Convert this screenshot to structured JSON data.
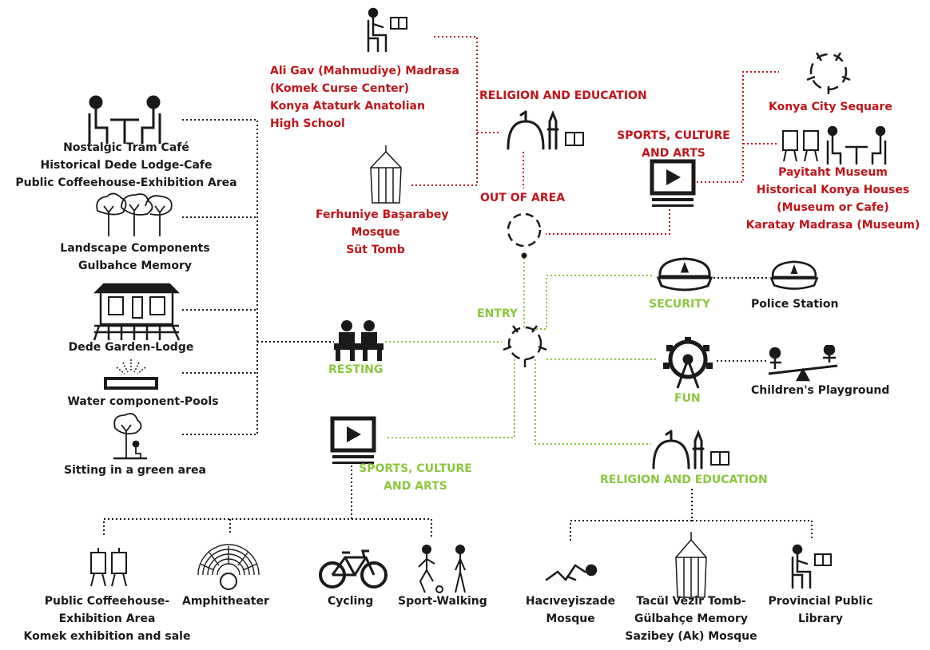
{
  "colors": {
    "out_of_area": "#c0141a",
    "entry": "#8cc63f",
    "neutral": "#1a1a1a"
  },
  "labels": {
    "out_of_area": "OUT OF AREA",
    "entry": "ENTRY",
    "resting": "RESTING",
    "security": "SECURITY",
    "fun": "FUN",
    "religion_education_out": "RELIGION AND EDUCATION",
    "religion_education_in": "RELIGION AND EDUCATION",
    "sports_out": [
      "SPORTS, CULTURE",
      "AND ARTS"
    ],
    "sports_in": [
      "SPORTS, CULTURE",
      "AND ARTS"
    ]
  },
  "religion_out_items": {
    "madrasa": [
      "Ali Gav (Mahmudiye) Madrasa",
      "(Komek Curse Center)",
      "Konya Ataturk Anatolian",
      "High School"
    ],
    "mosque": [
      "Ferhuniye Başarabey",
      "Mosque",
      "Süt Tomb"
    ]
  },
  "sports_out_items": {
    "square": "Konya City Sequare",
    "museums": [
      "Payitaht Museum",
      "Historical Konya Houses",
      "(Museum or Cafe)",
      "Karatay Madrasa (Museum)"
    ]
  },
  "resting_items": {
    "cafe": [
      "Nostalgic Tram Café",
      "Historical Dede Lodge-Cafe",
      "Public Coffeehouse-Exhibition Area"
    ],
    "landscape": [
      "Landscape Components",
      "Gulbahce Memory"
    ],
    "lodge": "Dede Garden-Lodge",
    "water": "Water component-Pools",
    "green": "Sitting in a green area"
  },
  "security_items": {
    "police": "Police Station"
  },
  "fun_items": {
    "playground": "Children's Playground"
  },
  "sports_in_items": {
    "exhibition": [
      "Public Coffeehouse-",
      "Exhibition Area",
      "Komek exhibition and sale"
    ],
    "amphitheater": "Amphitheater",
    "cycling": "Cycling",
    "walking": "Sport-Walking"
  },
  "religion_in_items": {
    "hacıveyiszade": [
      "Hacıveyiszade",
      "Mosque"
    ],
    "tomb": [
      "Tacül Vezir Tomb-",
      "Gülbahçe Memory",
      "Sazibey (Ak) Mosque"
    ],
    "library": [
      "Provincial Public",
      "Library"
    ]
  },
  "icons": [
    "reading-person-icon",
    "mosque-icon",
    "minaret-tomb-icon",
    "ring-node-icon",
    "tv-play-icon",
    "city-square-icon",
    "easel-icon",
    "cafe-table-icon",
    "trees-icon",
    "lodge-house-icon",
    "fountain-icon",
    "person-tree-icon",
    "bench-people-icon",
    "police-cap-icon",
    "ferris-wheel-icon",
    "seesaw-icon",
    "amphitheater-icon",
    "bicycle-icon",
    "walking-people-icon",
    "prostrating-person-icon"
  ]
}
